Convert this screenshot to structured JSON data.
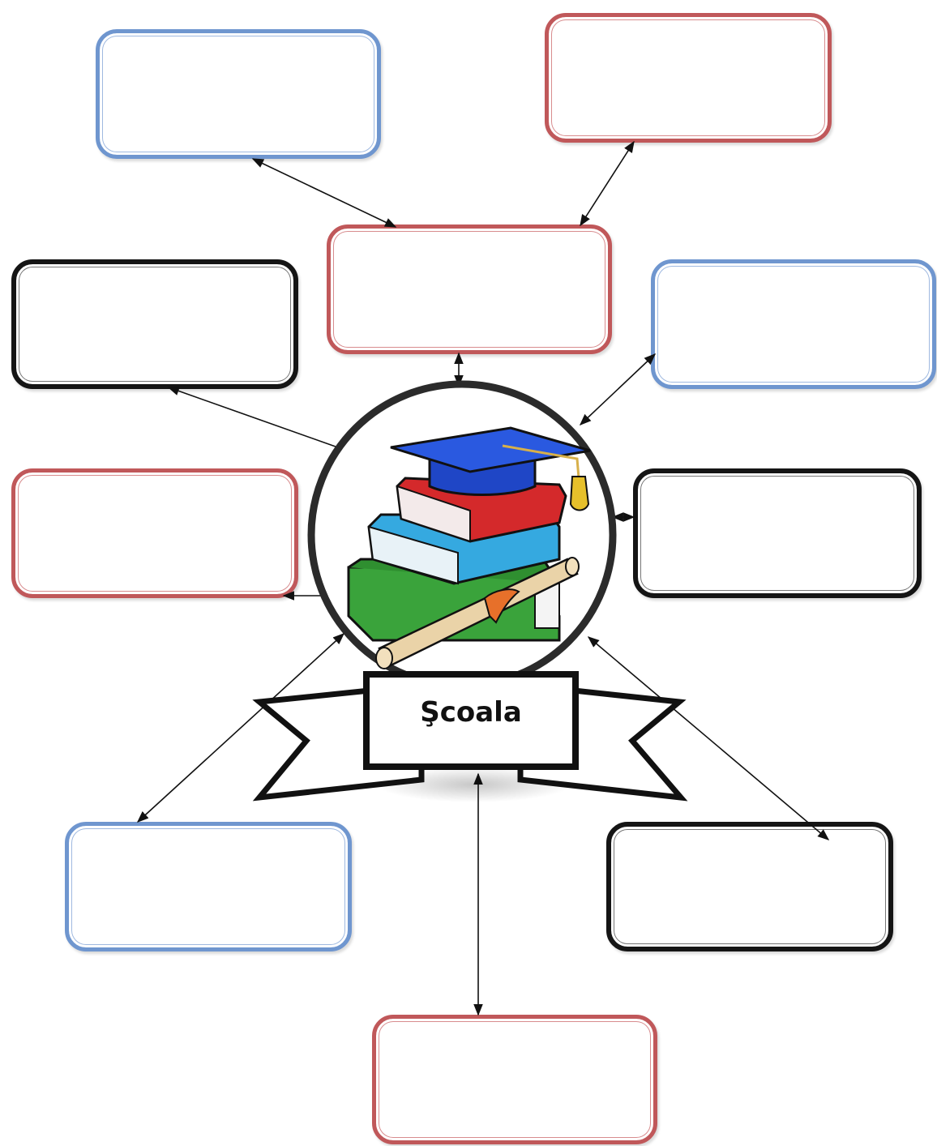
{
  "center": {
    "title": "Şcoala",
    "icon": "books-graduation-cap-diploma-icon"
  },
  "boxes": [
    {
      "id": "top-left",
      "color": "#6f96cf",
      "text": ""
    },
    {
      "id": "top-right",
      "color": "#c0585a",
      "text": ""
    },
    {
      "id": "upper-center",
      "color": "#c0585a",
      "text": ""
    },
    {
      "id": "middle-left-upper",
      "color": "#151515",
      "text": ""
    },
    {
      "id": "middle-right-upper",
      "color": "#6f96cf",
      "text": ""
    },
    {
      "id": "middle-left-lower",
      "color": "#c0585a",
      "text": ""
    },
    {
      "id": "middle-right-lower",
      "color": "#151515",
      "text": ""
    },
    {
      "id": "bottom-left",
      "color": "#6f96cf",
      "text": ""
    },
    {
      "id": "bottom-right",
      "color": "#151515",
      "text": ""
    },
    {
      "id": "bottom-center",
      "color": "#c0585a",
      "text": ""
    }
  ]
}
